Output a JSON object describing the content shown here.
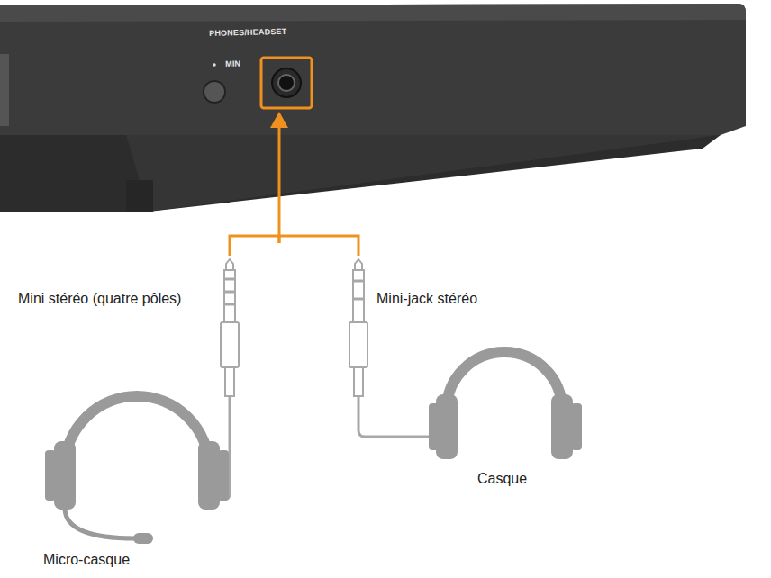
{
  "diagram": {
    "labels": [
      "PHONES/HEADSET",
      "MIN",
      "Mini stéréo (quatre pôles)",
      "Mini-jack stéréo",
      "Micro-casque",
      "Casque"
    ]
  }
}
